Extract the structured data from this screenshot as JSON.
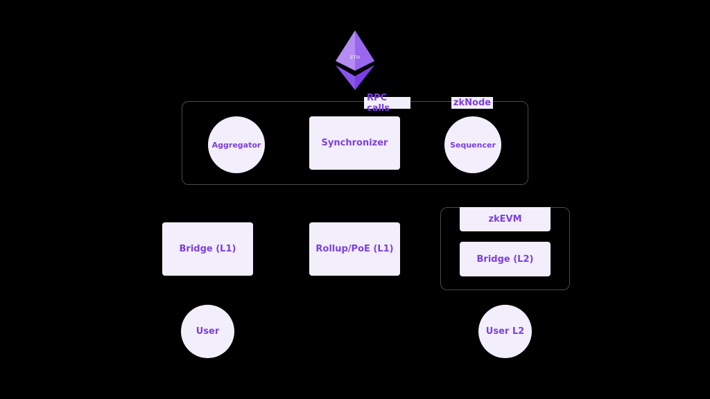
{
  "colors": {
    "background": "#000000",
    "node_fill": "#f3eefc",
    "node_text": "#7b3fe4",
    "frame_stroke": "#4a4a4a",
    "eth_light": "#b48cf2",
    "eth_mid": "#9a66ee",
    "eth_dark": "#7b3fe4"
  },
  "eth": {
    "icon": "ethereum-diamond-icon",
    "label": "ETH"
  },
  "tags": {
    "rpc_calls": "RPC calls",
    "zknode": "zkNode"
  },
  "zknode_group": {
    "aggregator": "Aggregator",
    "synchronizer": "Synchronizer",
    "sequencer": "Sequencer"
  },
  "l1": {
    "bridge": "Bridge (L1)",
    "rollup": "Rollup/PoE (L1)"
  },
  "l2_group": {
    "zkevm": "zkEVM",
    "bridge": "Bridge (L2)"
  },
  "users": {
    "user": "User",
    "user_l2": "User L2"
  }
}
